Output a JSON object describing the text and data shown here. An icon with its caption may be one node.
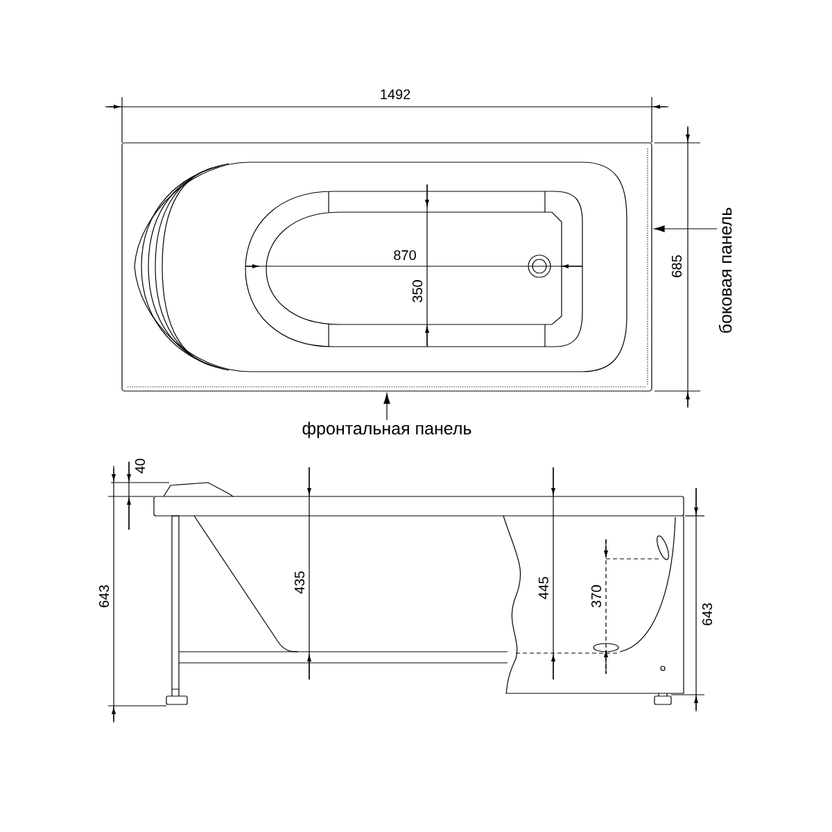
{
  "diagram": {
    "nodes": [
      {
        "text": [
          "фронтальная панель"
        ]
      },
      {
        "text": [
          "боковая панель"
        ]
      },
      {
        "text": [],
        "shape": "picture"
      }
    ],
    "edges": [
      {
        "from": 0,
        "to": 2,
        "arrow": "to"
      },
      {
        "from": 1,
        "to": 2,
        "arrow": "to"
      }
    ],
    "labels": [
      "1492",
      "870",
      "685",
      "350",
      "40",
      "643",
      "435",
      "445",
      "370",
      "643"
    ]
  }
}
